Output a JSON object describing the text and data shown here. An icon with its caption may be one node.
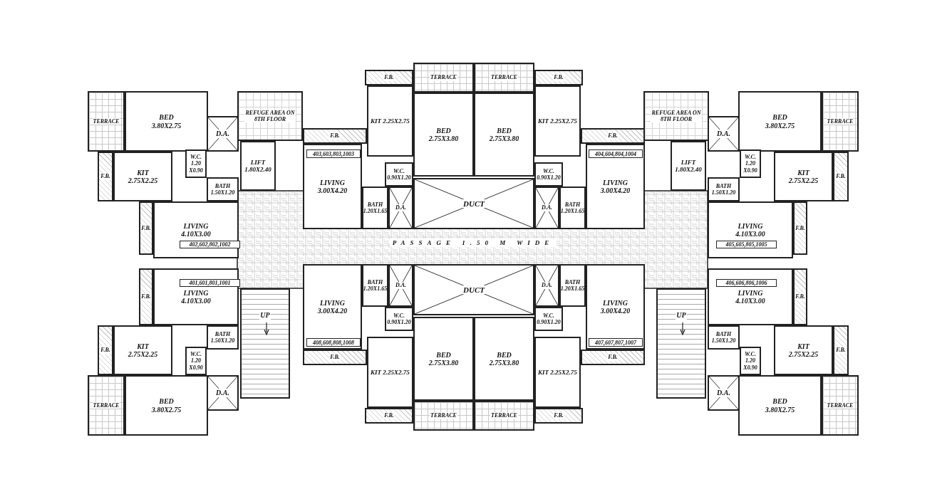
{
  "diagram": {
    "nodes": [
      {
        "text": [
          "TERRACE"
        ]
      },
      {
        "text": [
          "BED 3.80X2.75"
        ]
      },
      {
        "text": [
          "REFUGE AREA ON 8TH FLOOR"
        ]
      },
      {
        "text": [
          "D.A."
        ]
      },
      {
        "text": [
          "F.B."
        ]
      },
      {
        "text": [
          "KIT 2.75X2.25"
        ]
      },
      {
        "text": [
          "W.C. 1.20 X0.90"
        ]
      },
      {
        "text": [
          "BATH 1.50X1.20"
        ]
      },
      {
        "text": [
          "LIFT 1.80X2.40"
        ]
      },
      {
        "text": [
          "F.B."
        ]
      },
      {
        "text": [
          "LIVING 4.10X3.00"
        ]
      },
      {
        "text": [
          "402,602,802,1002"
        ],
        "in": 10
      },
      {
        "text": [
          "F.B."
        ]
      },
      {
        "text": [
          "TERRACE"
        ]
      },
      {
        "text": [
          "TERRACE"
        ]
      },
      {
        "text": [
          "F.B."
        ]
      },
      {
        "text": [
          "KIT 2.25X2.75"
        ]
      },
      {
        "text": [
          "BED 2.75X3.80"
        ]
      },
      {
        "text": [
          "BED 2.75X3.80"
        ]
      },
      {
        "text": [
          "KIT 2.25X2.75"
        ]
      },
      {
        "text": [
          "REFUGE AREA ON 8TH FLOOR"
        ]
      },
      {
        "text": [
          "BED 3.80X2.75"
        ]
      },
      {
        "text": [
          "TERRACE"
        ]
      },
      {
        "text": [
          "F.B."
        ]
      },
      {
        "text": [
          "F.B."
        ]
      },
      {
        "text": [
          "D.A."
        ]
      },
      {
        "text": [
          "LIFT 1.80X2.40"
        ]
      },
      {
        "text": [
          "W.C. 1.20 X0.90"
        ]
      },
      {
        "text": [
          "KIT 2.75X2.25"
        ]
      },
      {
        "text": [
          "F.B."
        ]
      },
      {
        "text": [
          "LIVING 3.00X4.20"
        ]
      },
      {
        "text": [
          "403,603,803,1003"
        ],
        "in": 30
      },
      {
        "text": [
          "W.C. 0.90X1.20"
        ]
      },
      {
        "text": [
          "W.C. 0.90X1.20"
        ]
      },
      {
        "text": [
          "LIVING 3.00X4.20"
        ]
      },
      {
        "text": [
          "404,604,804,1004"
        ],
        "in": 34
      },
      {
        "text": [
          "BATH 1.50X1.20"
        ]
      },
      {
        "text": [
          "BATH 1.20X1.65"
        ]
      },
      {
        "text": [
          "D.A."
        ]
      },
      {
        "text": [
          "DUCT"
        ]
      },
      {
        "text": [
          "D.A."
        ]
      },
      {
        "text": [
          "BATH 1.20X1.65"
        ]
      },
      {
        "text": [
          "LIVING 4.10X3.00"
        ]
      },
      {
        "text": [
          "405,605,805,1005"
        ],
        "in": 42
      },
      {
        "text": [
          "F.B."
        ]
      },
      {
        "text": [
          "PASSAGE 1.50 M WIDE"
        ]
      },
      {
        "text": [
          "F.B."
        ]
      },
      {
        "text": [
          "LIVING 4.10X3.00"
        ]
      },
      {
        "text": [
          "401,601,801,1001"
        ],
        "in": 47
      },
      {
        "text": [
          "BATH 1.20X1.65"
        ]
      },
      {
        "text": [
          "D.A."
        ]
      },
      {
        "text": [
          "DUCT"
        ]
      },
      {
        "text": [
          "D.A."
        ]
      },
      {
        "text": [
          "BATH 1.20X1.65"
        ]
      },
      {
        "text": [
          "LIVING 4.10X3.00"
        ]
      },
      {
        "text": [
          "406,606,806,1006"
        ],
        "in": 54
      },
      {
        "text": [
          "F.B."
        ]
      },
      {
        "text": [
          "UP"
        ]
      },
      {
        "text": [
          "UP"
        ]
      },
      {
        "text": [
          "LIVING 3.00X4.20"
        ]
      },
      {
        "text": [
          "408,608,808,1008"
        ],
        "in": 59
      },
      {
        "text": [
          "W.C. 0.90X1.20"
        ]
      },
      {
        "text": [
          "W.C. 0.90X1.20"
        ]
      },
      {
        "text": [
          "LIVING 3.00X4.20"
        ]
      },
      {
        "text": [
          "407,607,807,1007"
        ],
        "in": 63
      },
      {
        "text": [
          "BATH 1.50X1.20"
        ]
      },
      {
        "text": [
          "BATH 1.50X1.20"
        ]
      },
      {
        "text": [
          "F.B."
        ]
      },
      {
        "text": [
          "KIT 2.75X2.25"
        ]
      },
      {
        "text": [
          "W.C. 1.20 X0.90"
        ]
      },
      {
        "text": [
          "W.C. 1.20 X0.90"
        ]
      },
      {
        "text": [
          "KIT 2.75X2.25"
        ]
      },
      {
        "text": [
          "F.B."
        ]
      },
      {
        "text": [
          "F.B."
        ]
      },
      {
        "text": [
          "F.B."
        ]
      },
      {
        "text": [
          "KIT 2.25X2.75"
        ]
      },
      {
        "text": [
          "BED 2.75X3.80"
        ]
      },
      {
        "text": [
          "BED 2.75X3.80"
        ]
      },
      {
        "text": [
          "KIT 2.25X2.75"
        ]
      },
      {
        "text": [
          "D.A."
        ]
      },
      {
        "text": [
          "D.A."
        ]
      },
      {
        "text": [
          "TERRACE"
        ]
      },
      {
        "text": [
          "BED 3.80X2.75"
        ]
      },
      {
        "text": [
          "BED 3.80X2.75"
        ]
      },
      {
        "text": [
          "TERRACE"
        ]
      },
      {
        "text": [
          "F.B."
        ]
      },
      {
        "text": [
          "TERRACE"
        ]
      },
      {
        "text": [
          "TERRACE"
        ]
      },
      {
        "text": [
          "F.B."
        ]
      }
    ]
  }
}
